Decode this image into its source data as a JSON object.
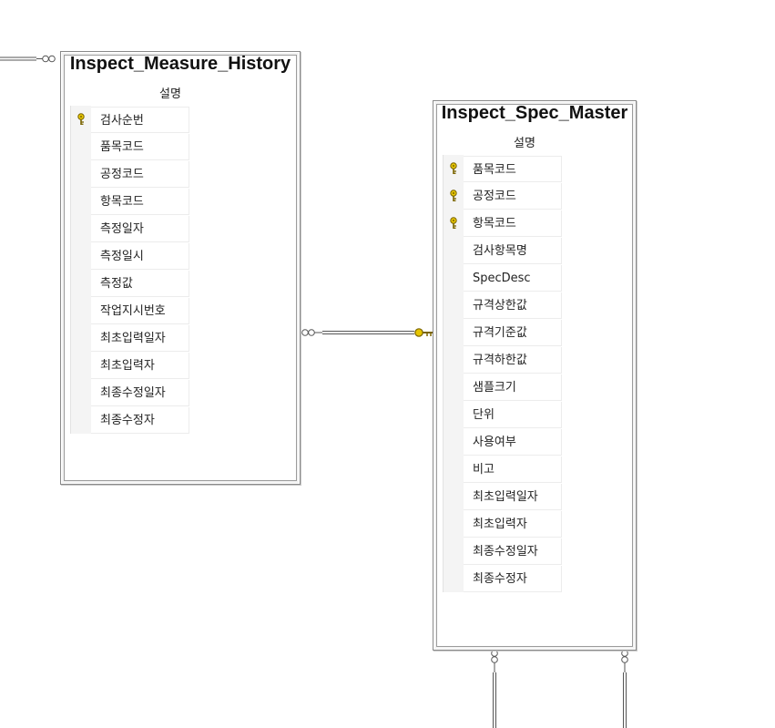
{
  "tables": [
    {
      "name": "Inspect_Measure_History",
      "header": "설명",
      "columns": [
        {
          "name": "검사순번",
          "pk": true
        },
        {
          "name": "품목코드",
          "pk": false
        },
        {
          "name": "공정코드",
          "pk": false
        },
        {
          "name": "항목코드",
          "pk": false
        },
        {
          "name": "측정일자",
          "pk": false
        },
        {
          "name": "측정일시",
          "pk": false
        },
        {
          "name": "측정값",
          "pk": false
        },
        {
          "name": "작업지시번호",
          "pk": false
        },
        {
          "name": "최초입력일자",
          "pk": false
        },
        {
          "name": "최초입력자",
          "pk": false
        },
        {
          "name": "최종수정일자",
          "pk": false
        },
        {
          "name": "최종수정자",
          "pk": false
        }
      ]
    },
    {
      "name": "Inspect_Spec_Master",
      "header": "설명",
      "columns": [
        {
          "name": "품목코드",
          "pk": true
        },
        {
          "name": "공정코드",
          "pk": true
        },
        {
          "name": "항목코드",
          "pk": true
        },
        {
          "name": "검사항목명",
          "pk": false
        },
        {
          "name": "SpecDesc",
          "pk": false
        },
        {
          "name": "규격상한값",
          "pk": false
        },
        {
          "name": "규격기준값",
          "pk": false
        },
        {
          "name": "규격하한값",
          "pk": false
        },
        {
          "name": "샘플크기",
          "pk": false
        },
        {
          "name": "단위",
          "pk": false
        },
        {
          "name": "사용여부",
          "pk": false
        },
        {
          "name": "비고",
          "pk": false
        },
        {
          "name": "최초입력일자",
          "pk": false
        },
        {
          "name": "최초입력자",
          "pk": false
        },
        {
          "name": "최종수정일자",
          "pk": false
        },
        {
          "name": "최종수정자",
          "pk": false
        }
      ]
    }
  ],
  "colors": {
    "line": "#555555",
    "key": "#e6c500",
    "key_stroke": "#7a6400"
  }
}
